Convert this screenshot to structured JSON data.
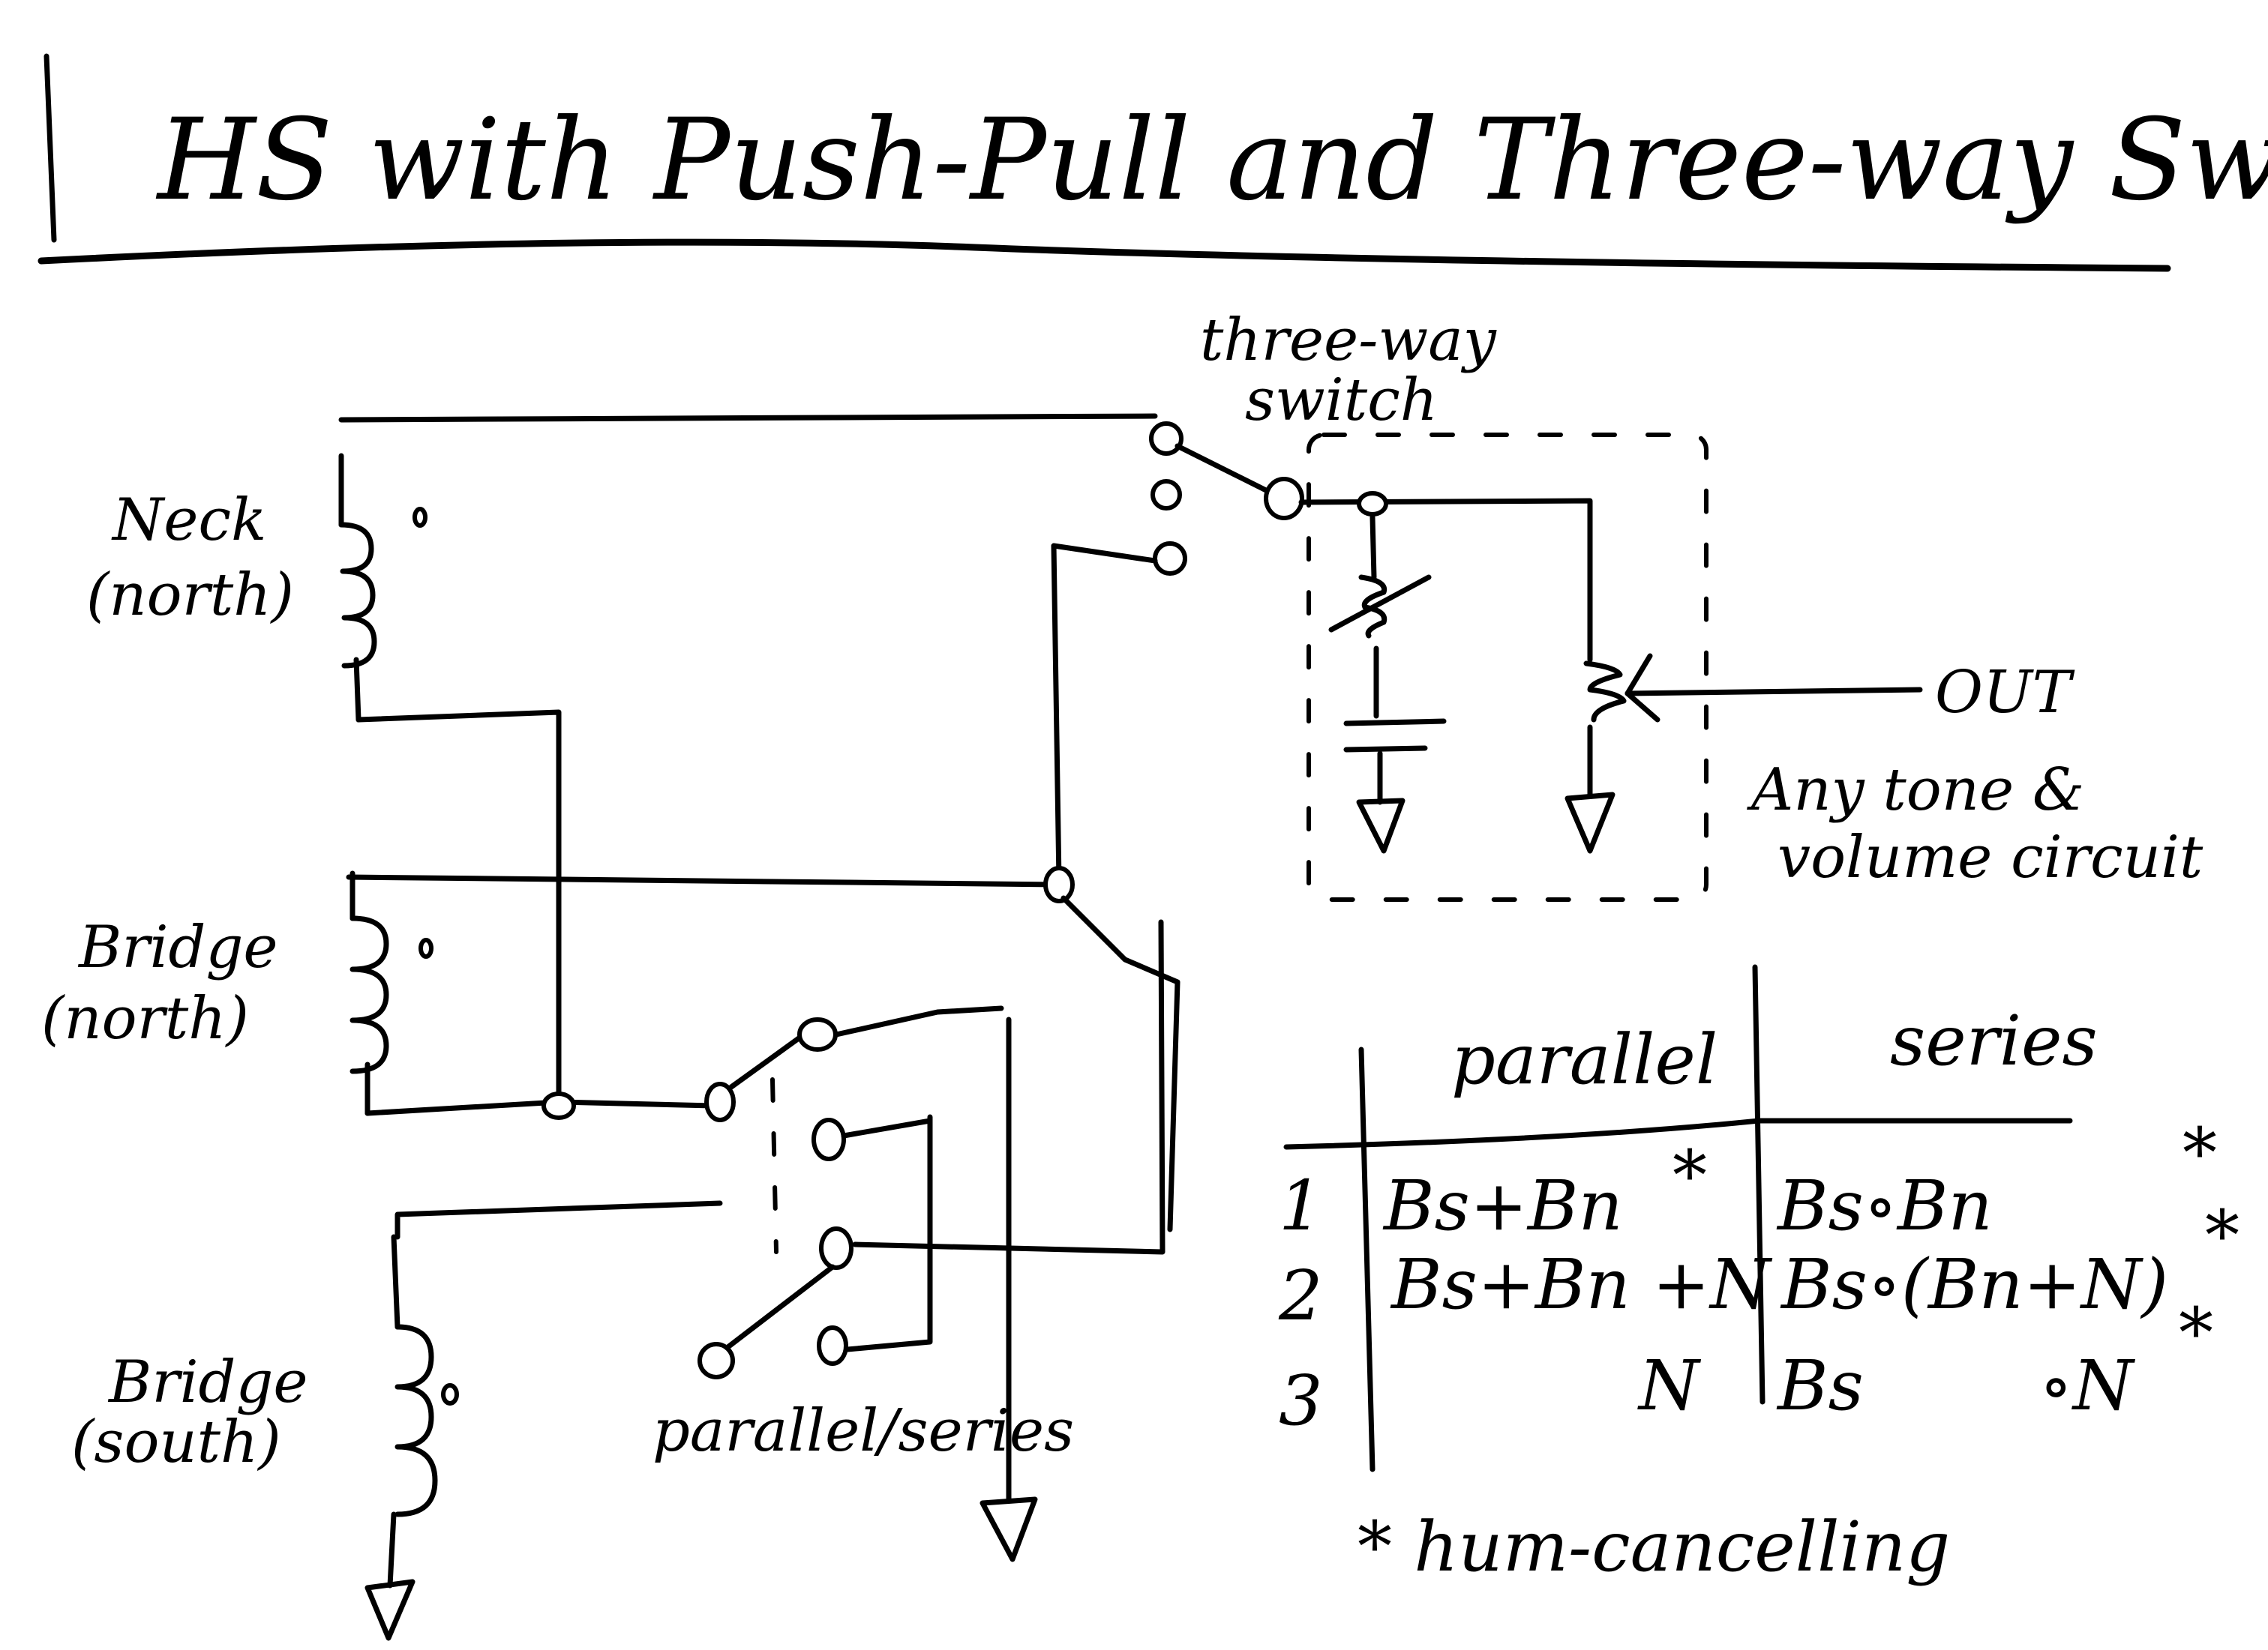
{
  "title": "HS with Push-Pull and Three-way Switch",
  "pickups": {
    "neck": {
      "name": "Neck",
      "polarity": "(north)"
    },
    "bridge_north": {
      "name": "Bridge",
      "polarity": "(north)"
    },
    "bridge_south": {
      "name": "Bridge",
      "polarity": "(south)"
    }
  },
  "labels": {
    "three_way_line1": "three-way",
    "three_way_line2": "switch",
    "out": "OUT",
    "tone_vol_line1": "Any tone &",
    "tone_vol_line2": "volume circuit",
    "push_pull": "parallel/series",
    "hum_note": "* hum-cancelling"
  },
  "table": {
    "headers": {
      "parallel": "parallel",
      "series": "series"
    },
    "rows": [
      {
        "position": "1",
        "parallel": "Bs+Bn",
        "parallel_mark": "*",
        "series": "Bs∘Bn",
        "series_mark": "*"
      },
      {
        "position": "2",
        "parallel": "Bs+Bn +N",
        "parallel_mark": "",
        "series": "Bs∘(Bn+N)",
        "series_mark": "*"
      },
      {
        "position": "3",
        "parallel": "N",
        "parallel_mark": "",
        "series": "Bs        ∘N",
        "series_mark": "*"
      }
    ]
  },
  "colors": {
    "ink": "#000000",
    "paper": "#ffffff"
  }
}
